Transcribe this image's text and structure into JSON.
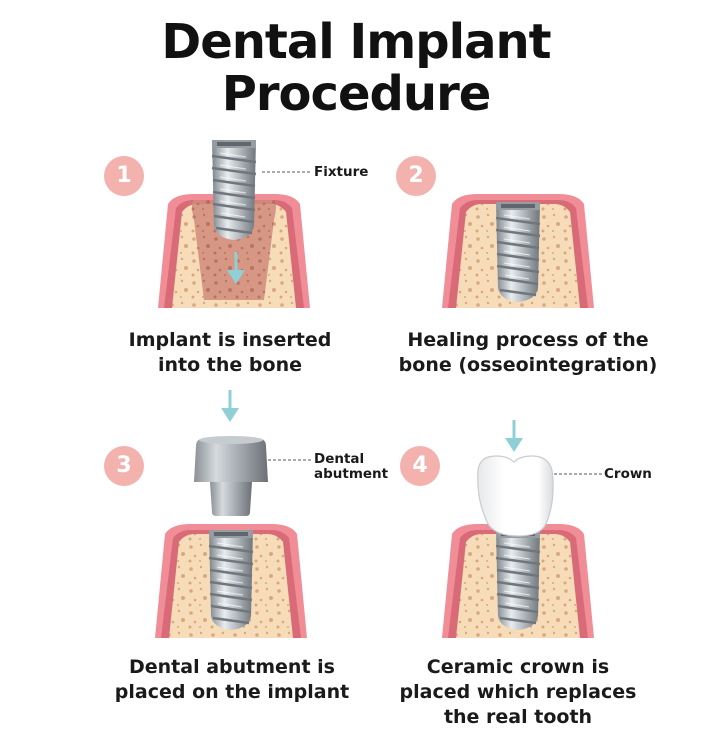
{
  "title": {
    "line1": "Dental Implant",
    "line2": "Procedure"
  },
  "steps": [
    {
      "number": "1",
      "label": "Fixture",
      "caption_line1": "Implant is inserted",
      "caption_line2": "into the bone"
    },
    {
      "number": "2",
      "caption_line1": "Healing process of the",
      "caption_line2": "bone (osseointegration)"
    },
    {
      "number": "3",
      "label_line1": "Dental",
      "label_line2": "abutment",
      "caption_line1": "Dental abutment is",
      "caption_line2": "placed on the implant"
    },
    {
      "number": "4",
      "label": "Crown",
      "caption_line1": "Ceramic crown is",
      "caption_line2": "placed which replaces",
      "caption_line3": "the real tooth"
    }
  ],
  "colors": {
    "number_badge": "#f3b2ae",
    "bone": "#f6dcb8",
    "bone_speckle": "#d9a57a",
    "gum": "#f08d96",
    "gum_dark": "#d96b78",
    "inflamed_bone": "#cf8a7a",
    "metal": "#b8bec3",
    "metal_dark": "#7e858b",
    "arrow": "#8ed0d6",
    "crown": "#ffffff"
  }
}
